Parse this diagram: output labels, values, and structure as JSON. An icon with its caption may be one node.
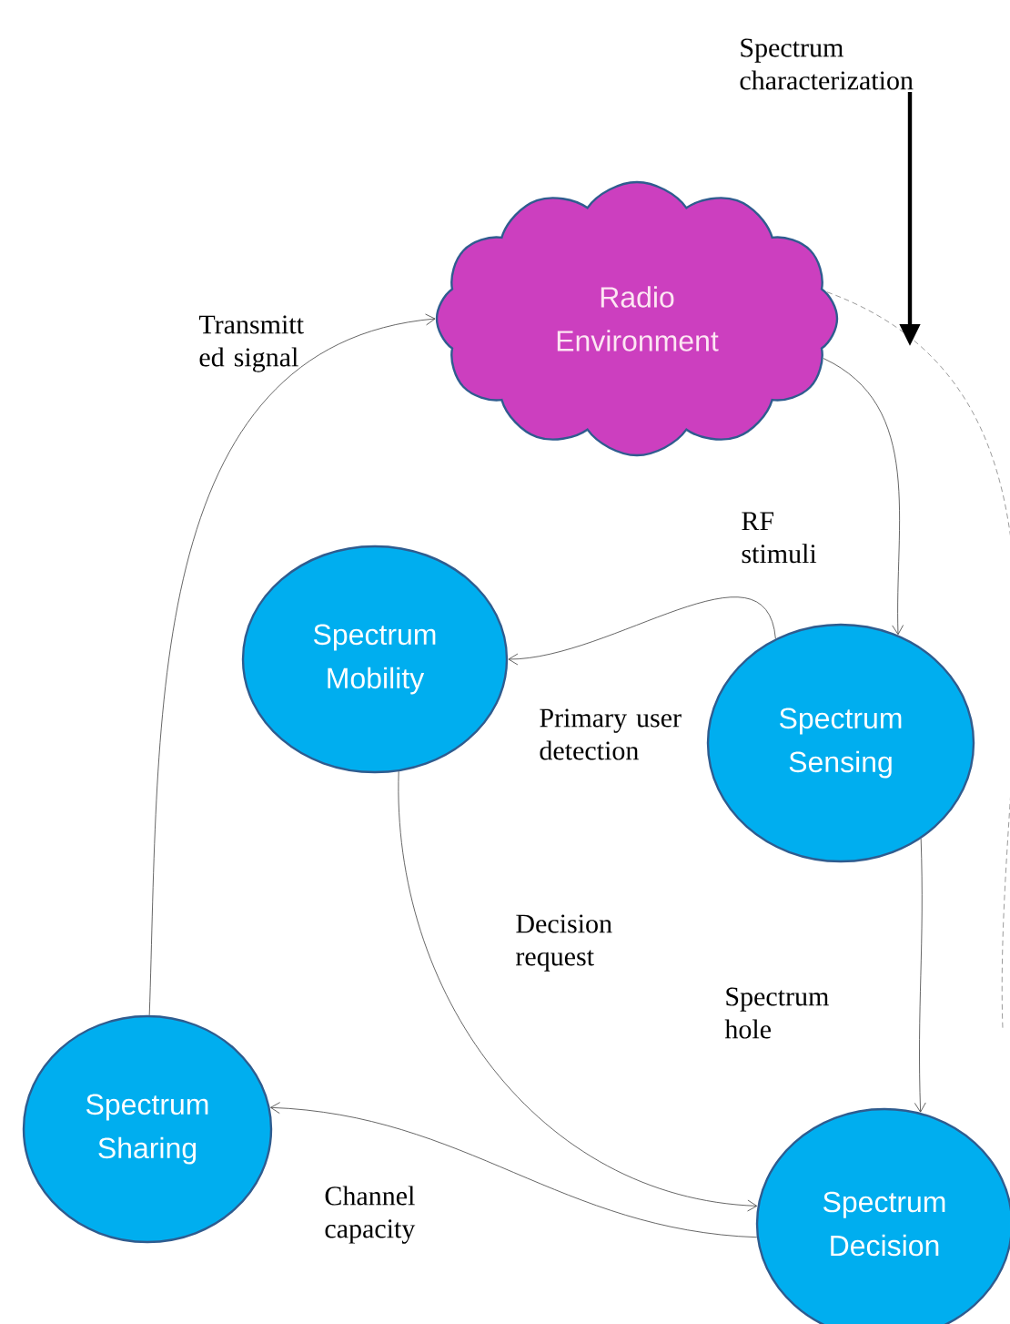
{
  "diagram": {
    "nodes": [
      {
        "text": [
          "Spectrum characterization"
        ]
      },
      {
        "text": [
          "Radio Environment"
        ]
      },
      {
        "text": [
          "Spectrum Mobility"
        ]
      },
      {
        "text": [
          "Spectrum Sensing"
        ]
      },
      {
        "text": [
          "Spectrum Sharing"
        ]
      },
      {
        "text": [
          "Spectrum Decision"
        ]
      }
    ],
    "edges": [
      {
        "from": 1,
        "to": 3,
        "arrow": "to",
        "label": "RF stimuli"
      },
      {
        "from": 3,
        "to": 2,
        "arrow": "to",
        "label": "Primary user detection"
      },
      {
        "from": 3,
        "to": 5,
        "arrow": "to",
        "label": "Spectrum hole"
      },
      {
        "from": 2,
        "to": 5,
        "arrow": "to",
        "label": "Decision request"
      },
      {
        "from": 5,
        "to": 4,
        "arrow": "to",
        "label": "Channel capacity"
      },
      {
        "from": 4,
        "to": 1,
        "arrow": "to",
        "label": "Transmitt ed signal"
      },
      {
        "from": 1,
        "to": null,
        "arrow": "none",
        "style": "dashed"
      },
      {
        "from": 0,
        "to": null,
        "arrow": "to",
        "style": "thick"
      }
    ]
  }
}
